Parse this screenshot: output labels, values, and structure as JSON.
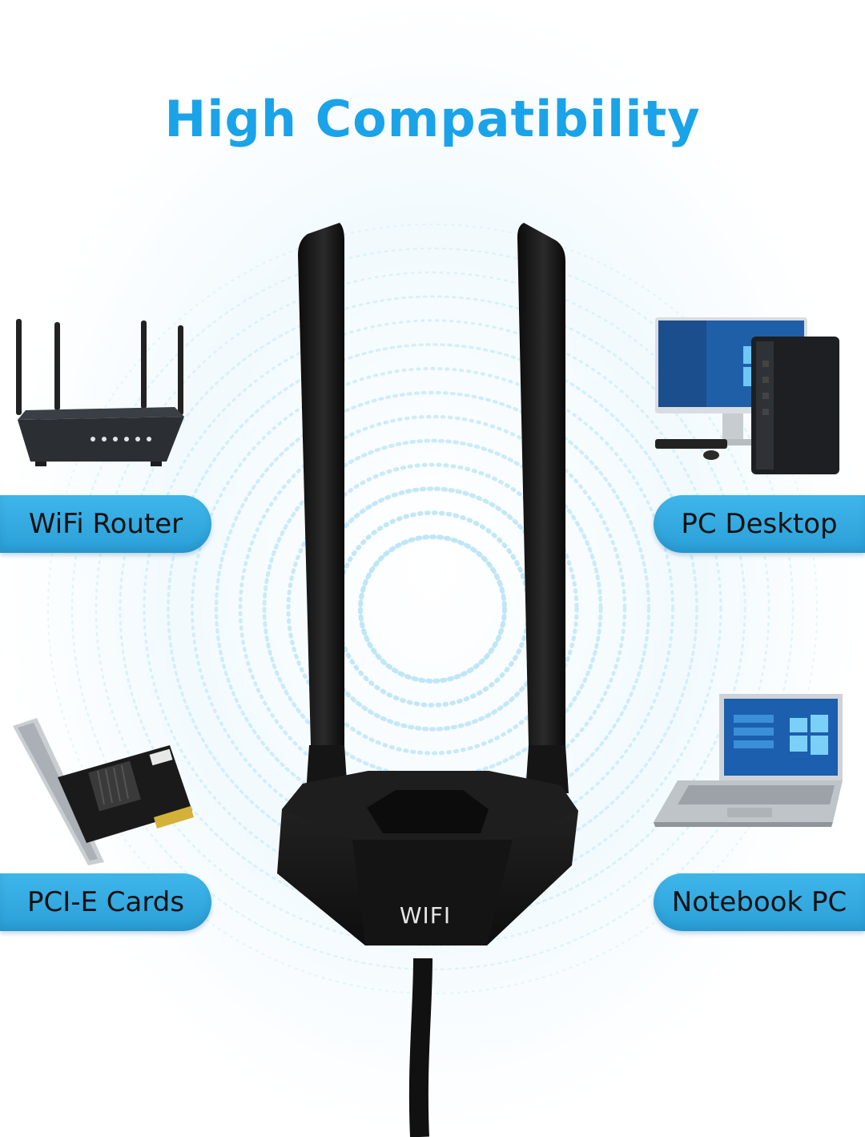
{
  "title": "High Compatibility",
  "colors": {
    "title": "#1aa3e8",
    "pill": "#3fb6ea",
    "pill_dark": "#2a9fd8",
    "ring": "#bfe6f7",
    "antenna": "#111111"
  },
  "devices": [
    {
      "label": "WiFi Router",
      "icon": "router-icon"
    },
    {
      "label": "PC Desktop",
      "icon": "desktop-pc-icon"
    },
    {
      "label": "PCI-E Cards",
      "icon": "pcie-card-icon"
    },
    {
      "label": "Notebook PC",
      "icon": "laptop-icon"
    }
  ],
  "antenna_base": {
    "label": "WIFI"
  }
}
